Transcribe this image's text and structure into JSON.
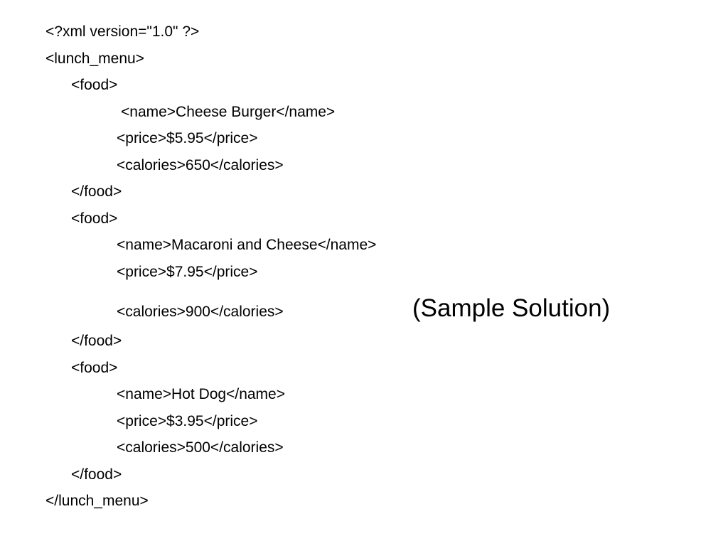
{
  "document": {
    "xml_lines": [
      "<?xml version=\"1.0\" ?>",
      "<lunch_menu>",
      "<food>",
      "<name>Cheese Burger</name>",
      "<price>$5.95</price>",
      "<calories>650</calories>",
      "</food>",
      "<food>",
      "<name>Macaroni and Cheese</name>",
      "<price>$7.95</price>",
      "<calories>900</calories>",
      "</food>",
      "<food>",
      "<name>Hot Dog</name>",
      "<price>$3.95</price>",
      "<calories>500</calories>",
      "</food>",
      "</lunch_menu>"
    ],
    "caption": "(Sample Solution)"
  }
}
